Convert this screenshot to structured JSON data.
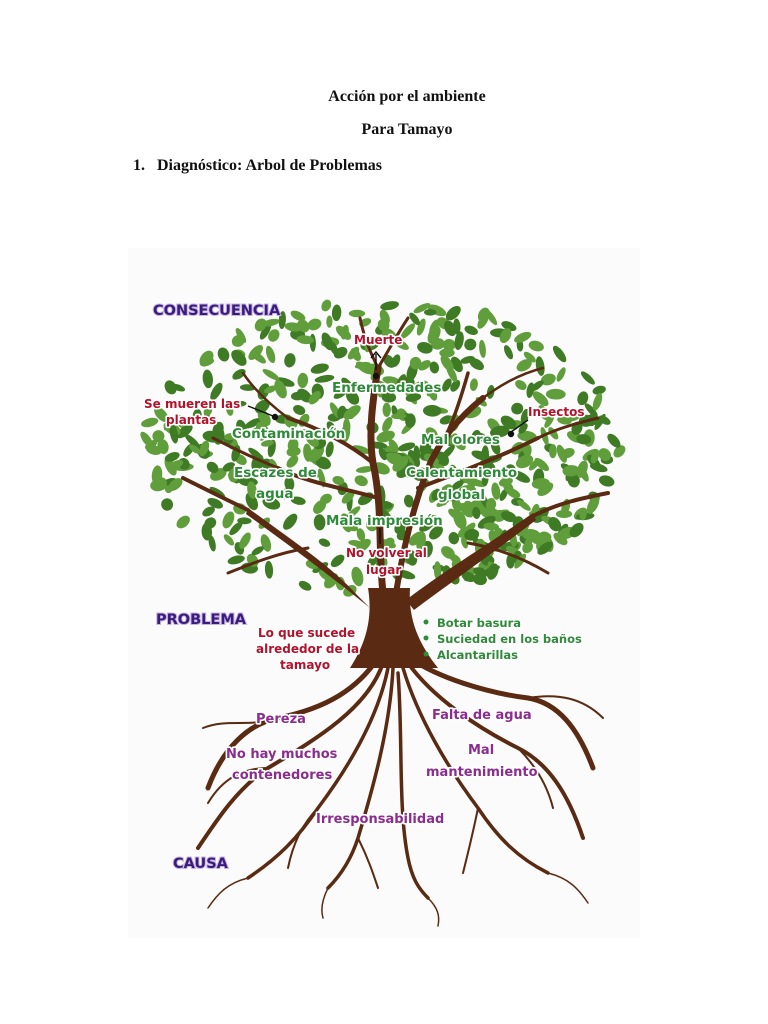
{
  "document": {
    "title": "Acción por el ambiente",
    "subtitle": "Para Tamayo",
    "heading_number": "1.",
    "heading_text": "Diagnóstico: Arbol de Problemas"
  },
  "tree": {
    "sections": {
      "consequence": "CONSECUENCIA",
      "problem": "PROBLEMA",
      "cause": "CAUSA"
    },
    "consequences": {
      "muerte": "Muerte",
      "enfermedades": "Enfermedades",
      "se_mueren_1": "Se mueren las",
      "se_mueren_2": "plantas",
      "insectos": "Insectos",
      "contaminacion": "Contaminación",
      "mal_olores": "Mal olores",
      "escazes_1": "Escazes de",
      "escazes_2": "agua",
      "calentamiento_1": "Calentamiento",
      "calentamiento_2": "global",
      "mala_impresion": "Mala impresión",
      "no_volver_1": "No volver al",
      "no_volver_2": "lugar"
    },
    "problem": {
      "line1": "Lo que sucede",
      "line2": "alrededor de la",
      "line3": "tamayo",
      "bullets": [
        "Botar basura",
        "Suciedad en los baños",
        "Alcantarillas"
      ]
    },
    "causes": {
      "pereza": "Pereza",
      "falta_agua": "Falta de agua",
      "contenedores_1": "No hay muchos",
      "contenedores_2": "contenedores",
      "mal_1": "Mal",
      "mal_2": "mantenimiento",
      "irresponsabilidad": "Irresponsabilidad"
    },
    "colors": {
      "leaf": "#5f9e3a",
      "leaf_dark": "#3f7a25",
      "trunk": "#5a2a12",
      "consequence_text": "#2f8a3a",
      "effect_text": "#b3122b",
      "cause_text": "#8b2c8f",
      "section_text": "#3a1d7a"
    }
  }
}
